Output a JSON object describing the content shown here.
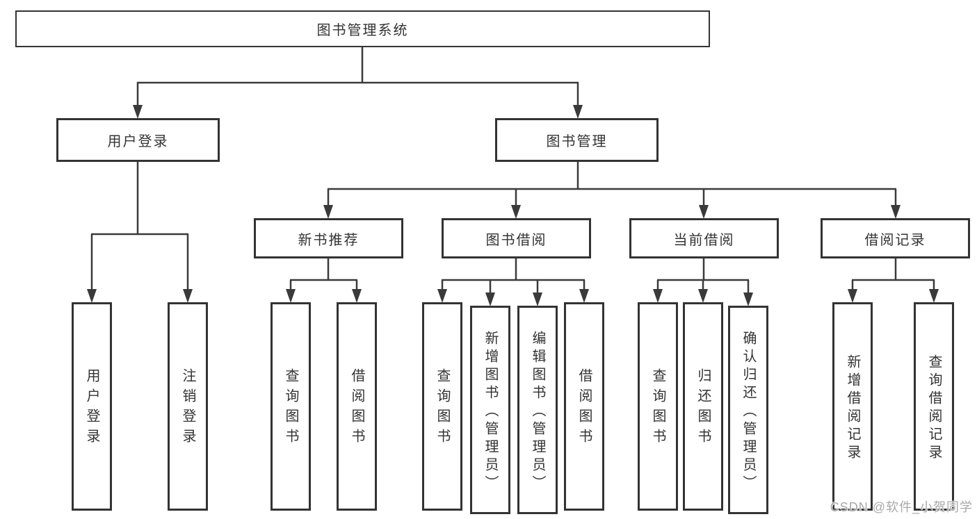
{
  "diagram_title": "图书管理系统",
  "tree": {
    "root": {
      "label": "图书管理系统",
      "children": [
        {
          "label": "用户登录",
          "children": [
            {
              "label": "用户登录"
            },
            {
              "label": "注销登录"
            }
          ]
        },
        {
          "label": "图书管理",
          "children": [
            {
              "label": "新书推荐",
              "children": [
                {
                  "label": "查询图书"
                },
                {
                  "label": "借阅图书"
                }
              ]
            },
            {
              "label": "图书借阅",
              "children": [
                {
                  "label": "查询图书"
                },
                {
                  "label": "新增图书（管理员）"
                },
                {
                  "label": "编辑图书（管理员）"
                },
                {
                  "label": "借阅图书"
                }
              ]
            },
            {
              "label": "当前借阅",
              "children": [
                {
                  "label": "查询图书"
                },
                {
                  "label": "归还图书"
                },
                {
                  "label": "确认归还（管理员）"
                }
              ]
            },
            {
              "label": "借阅记录",
              "children": [
                {
                  "label": "新增借阅记录"
                },
                {
                  "label": "查询借阅记录"
                }
              ]
            }
          ]
        }
      ]
    }
  },
  "watermark": "CSDN @软件_小贺同学",
  "colors": {
    "line": "#3a3a3a",
    "box_border": "#333333",
    "text": "#333333",
    "watermark": "#a9a9a9",
    "background": "#ffffff"
  }
}
